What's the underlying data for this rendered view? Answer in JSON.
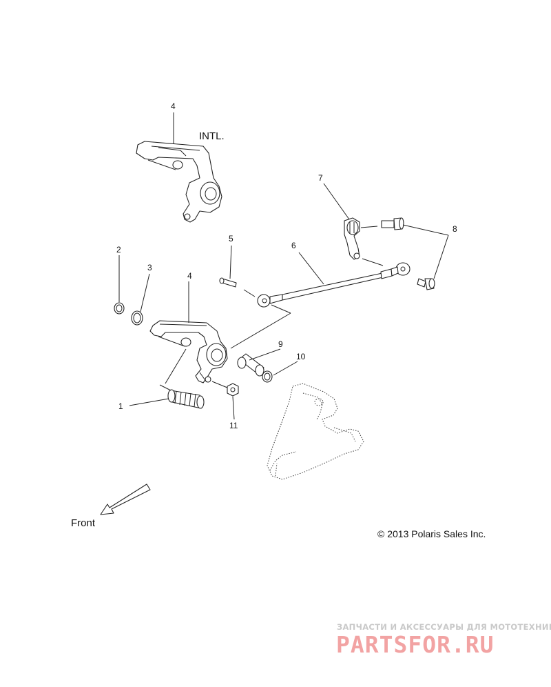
{
  "callouts": {
    "c1": "1",
    "c2": "2",
    "c3": "3",
    "c4a": "4",
    "c4b": "4",
    "c5": "5",
    "c6": "6",
    "c7": "7",
    "c8": "8",
    "c9": "9",
    "c10": "10",
    "c11": "11"
  },
  "labels": {
    "intl": "INTL.",
    "front": "Front",
    "copyright": "© 2013 Polaris Sales Inc."
  },
  "watermark": {
    "tagline": "ЗАПЧАСТИ И АКСЕССУАРЫ ДЛЯ МОТОТЕХНИКИ",
    "brand": "PARTSFOR.RU"
  },
  "colors": {
    "line": "#222222",
    "watermark_red": "#f2a3a3",
    "watermark_gray": "#c9c9c9"
  }
}
